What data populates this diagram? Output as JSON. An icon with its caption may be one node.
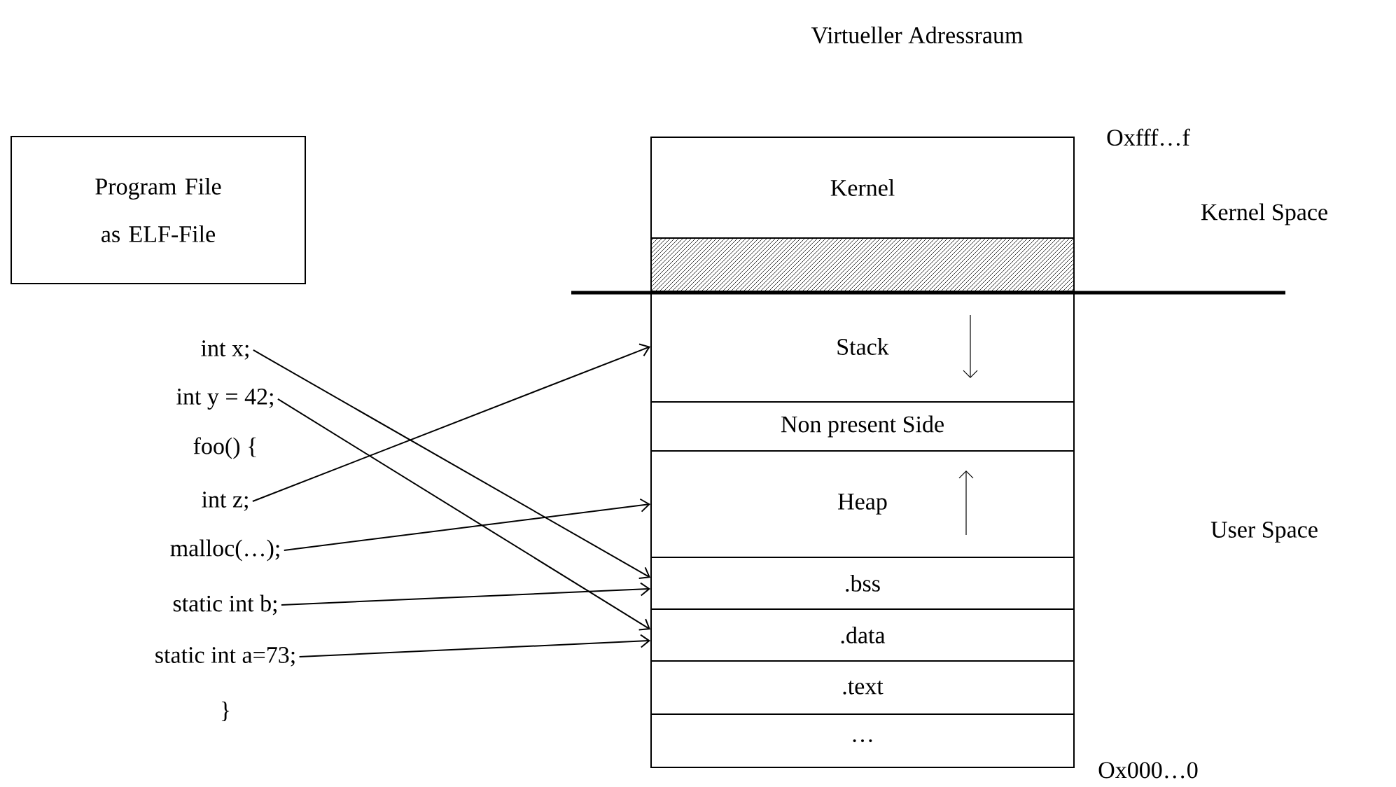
{
  "diagram": {
    "title": "Virtueller Adressraum",
    "nodes": [
      {
        "text": [
          "Program File as ELF-File"
        ]
      },
      {
        "text": [
          "int x;"
        ]
      },
      {
        "text": [
          "int y = 42;"
        ]
      },
      {
        "text": [
          "int z;"
        ]
      },
      {
        "text": [
          "malloc(…);"
        ]
      },
      {
        "text": [
          "static int b;"
        ]
      },
      {
        "text": [
          "static int a=73;"
        ]
      },
      {
        "text": [
          "Kernel"
        ]
      },
      {
        "text": [],
        "shape": "box"
      },
      {
        "text": [
          "Stack"
        ]
      },
      {
        "text": [
          "Non present Side"
        ]
      },
      {
        "text": [
          "Heap"
        ]
      },
      {
        "text": [
          ".bss"
        ]
      },
      {
        "text": [
          ".data"
        ]
      },
      {
        "text": [
          ".text"
        ]
      },
      {
        "text": [
          "…"
        ]
      }
    ],
    "edges": [
      {
        "from": 1,
        "to": 12,
        "arrow": "to"
      },
      {
        "from": 2,
        "to": 13,
        "arrow": "to"
      },
      {
        "from": 3,
        "to": 9,
        "arrow": "to"
      },
      {
        "from": 4,
        "to": 11,
        "arrow": "to"
      },
      {
        "from": 5,
        "to": 12,
        "arrow": "to"
      },
      {
        "from": 6,
        "to": 13,
        "arrow": "to"
      }
    ],
    "labels": [
      "Oxfff…f",
      "Kernel Space",
      "foo() {",
      "User Space",
      "}",
      "Ox000…0"
    ]
  }
}
